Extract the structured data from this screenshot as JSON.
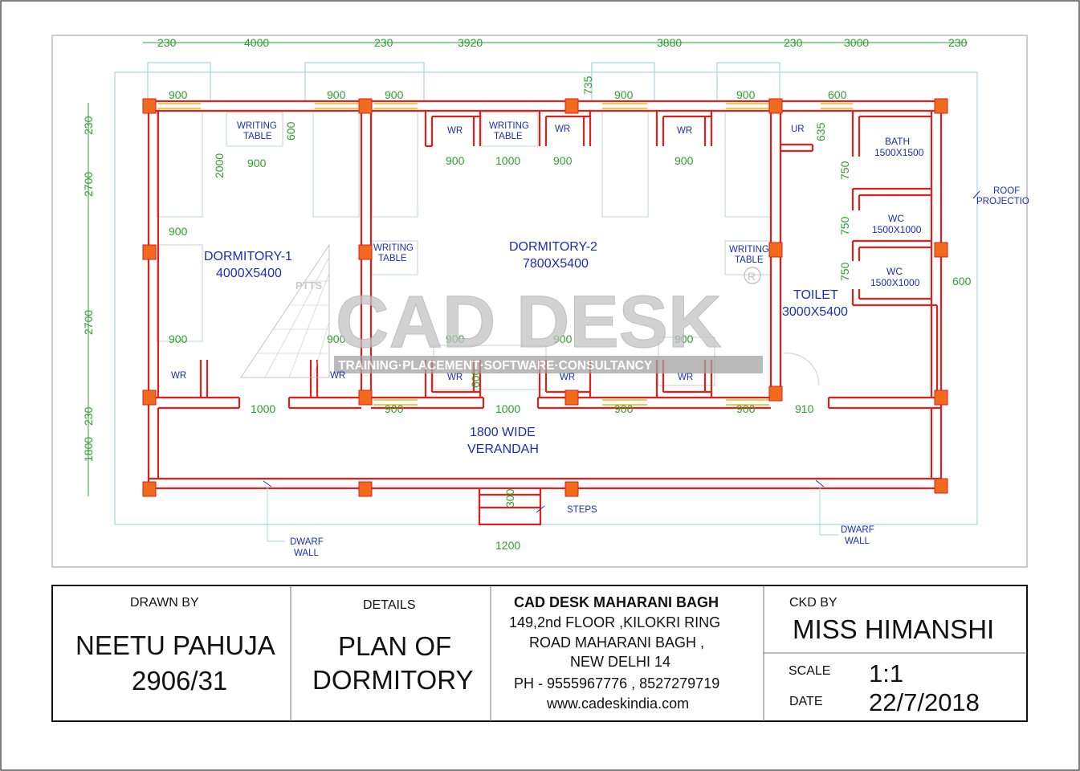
{
  "top_dimensions": [
    "230",
    "4000",
    "230",
    "3920",
    "3880",
    "230",
    "3000",
    "230"
  ],
  "left_dimensions": [
    "230",
    "2700",
    "2700",
    "230",
    "1800"
  ],
  "rooms": {
    "dormitory1": {
      "name": "DORMITORY-1",
      "size": "4000X5400"
    },
    "dormitory2": {
      "name": "DORMITORY-2",
      "size": "7800X5400"
    },
    "toilet": {
      "name": "TOILET",
      "size": "3000X5400"
    },
    "verandah": {
      "line1": "1800 WIDE",
      "line2": "VERANDAH"
    },
    "bath": {
      "name": "BATH",
      "size": "1500X1500"
    },
    "wc1": {
      "name": "WC",
      "size": "1500X1000"
    },
    "wc2": {
      "name": "WC",
      "size": "1500X1000"
    }
  },
  "labels": {
    "writing": "WRITING",
    "table": "TABLE",
    "wr": "WR",
    "ur": "UR",
    "roof1": "ROOF",
    "roof2": "PROJECTIO",
    "steps": "STEPS",
    "dwarf": "DWARF",
    "wall": "WALL",
    "ptts": "PTTS"
  },
  "inner_dims": {
    "d900": "900",
    "d1000": "1000",
    "d2000": "2000",
    "d600": "600",
    "d735": "735",
    "d635": "635",
    "d750": "750",
    "d910": "910",
    "d300": "300",
    "d1200": "1200"
  },
  "watermark": {
    "main": "CAD DESK",
    "tagline": "TRAINING·PLACEMENT·SOFTWARE·CONSULTANCY",
    "reg": "R"
  },
  "title_block": {
    "drawn_by_label": "DRAWN BY",
    "drawn_by_name": "NEETU PAHUJA",
    "drawn_by_id": "2906/31",
    "details_label": "DETAILS",
    "details_line1": "PLAN OF",
    "details_line2": "DORMITORY",
    "company": "CAD DESK MAHARANI BAGH",
    "addr1": "149,2nd FLOOR ,KILOKRI RING",
    "addr2": "ROAD MAHARANI BAGH ,",
    "addr3": "NEW DELHI 14",
    "phone": "PH - 9555967776 , 8527279719",
    "web": "www.cadeskindia.com",
    "ckd_label": "CKD BY",
    "ckd_name": "MISS HIMANSHI",
    "scale_label": "SCALE",
    "scale_value": "1:1",
    "date_label": "DATE",
    "date_value": "22/7/2018"
  },
  "colors": {
    "wall": "#e0201b",
    "column": "#f26b1d",
    "window": "#f2b21b",
    "dimension": "#2ca02c",
    "room_text": "#1a2fb5",
    "projection": "#a8d4dc"
  }
}
